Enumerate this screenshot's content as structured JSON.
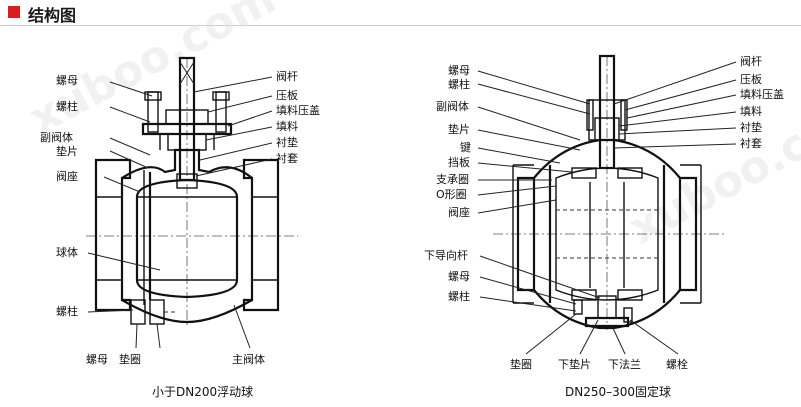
{
  "header": {
    "title": "结构图",
    "accent_color": "#d81e1e"
  },
  "watermark": "xuboo.com",
  "left_diagram": {
    "caption": "小于DN200浮动球",
    "labels_left": [
      "螺母",
      "螺柱",
      "副阀体",
      "垫片",
      "阀座",
      "球体",
      "螺柱"
    ],
    "labels_right": [
      "阀杆",
      "压板",
      "填料压盖",
      "填料",
      "衬垫",
      "衬套"
    ],
    "labels_bottom": [
      "螺母",
      "垫圈",
      "主阀体"
    ]
  },
  "right_diagram": {
    "caption": "DN250–300固定球",
    "labels_left": [
      "螺母",
      "螺柱",
      "副阀体",
      "垫片",
      "键",
      "挡板",
      "支承圈",
      "O形圈",
      "阀座",
      "下导向杆",
      "螺母",
      "螺柱"
    ],
    "labels_right": [
      "阀杆",
      "压板",
      "填料压盖",
      "填料",
      "衬垫",
      "衬套"
    ],
    "labels_bottom": [
      "垫圈",
      "下垫片",
      "下法兰",
      "螺栓"
    ]
  }
}
